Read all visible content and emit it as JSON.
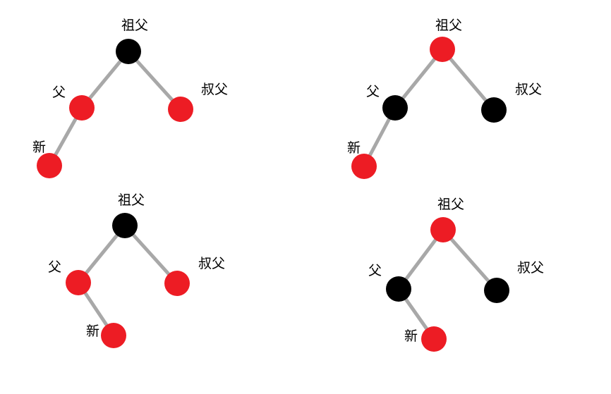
{
  "colors": {
    "red": "#ed1c24",
    "black": "#000000",
    "edge": "#a8a8a8"
  },
  "diagrams": [
    {
      "name": "tree-top-left",
      "nodes": [
        {
          "key": "grandparent",
          "label": "祖父",
          "color": "black"
        },
        {
          "key": "parent",
          "label": "父",
          "color": "red"
        },
        {
          "key": "uncle",
          "label": "叔父",
          "color": "red"
        },
        {
          "key": "new",
          "label": "新",
          "color": "red"
        }
      ]
    },
    {
      "name": "tree-top-right",
      "nodes": [
        {
          "key": "grandparent",
          "label": "祖父",
          "color": "red"
        },
        {
          "key": "parent",
          "label": "父",
          "color": "black"
        },
        {
          "key": "uncle",
          "label": "叔父",
          "color": "black"
        },
        {
          "key": "new",
          "label": "新",
          "color": "red"
        }
      ]
    },
    {
      "name": "tree-bottom-left",
      "nodes": [
        {
          "key": "grandparent",
          "label": "祖父",
          "color": "black"
        },
        {
          "key": "parent",
          "label": "父",
          "color": "red"
        },
        {
          "key": "uncle",
          "label": "叔父",
          "color": "red"
        },
        {
          "key": "new",
          "label": "新",
          "color": "red"
        }
      ]
    },
    {
      "name": "tree-bottom-right",
      "nodes": [
        {
          "key": "grandparent",
          "label": "祖父",
          "color": "red"
        },
        {
          "key": "parent",
          "label": "父",
          "color": "black"
        },
        {
          "key": "uncle",
          "label": "叔父",
          "color": "black"
        },
        {
          "key": "new",
          "label": "新",
          "color": "red"
        }
      ]
    }
  ]
}
